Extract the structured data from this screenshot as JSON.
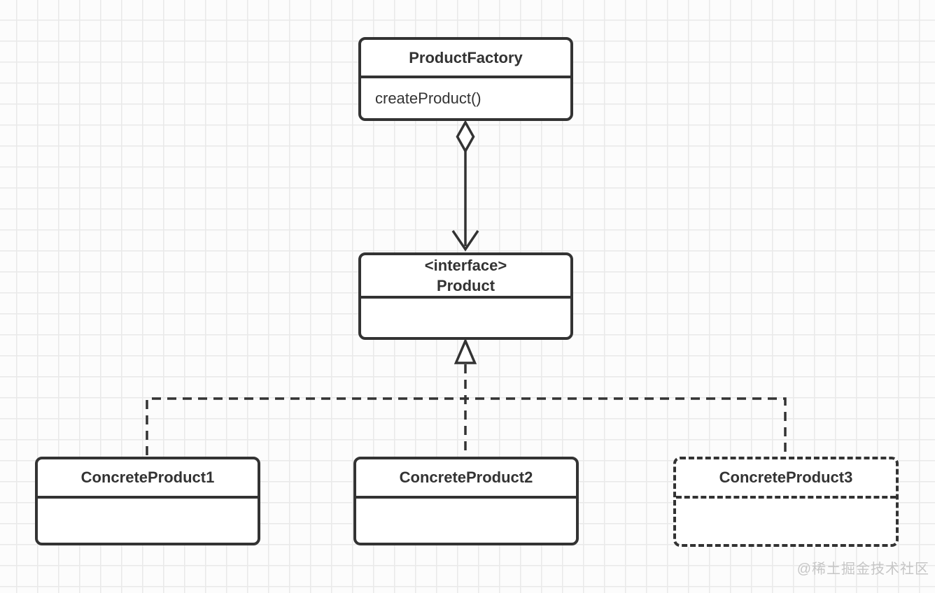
{
  "nodes": {
    "factory": {
      "title": "ProductFactory",
      "members": [
        "createProduct()"
      ]
    },
    "product": {
      "stereotype": "<interface>",
      "title": "Product"
    },
    "concrete1": {
      "title": "ConcreteProduct1"
    },
    "concrete2": {
      "title": "ConcreteProduct2"
    },
    "concrete3": {
      "title": "ConcreteProduct3"
    }
  },
  "edges": [
    {
      "from": "ProductFactory",
      "to": "Product",
      "type": "aggregation",
      "line": "solid",
      "source_marker": "open-diamond",
      "target_marker": "open-arrow"
    },
    {
      "from": "ConcreteProduct1",
      "to": "Product",
      "type": "realization",
      "line": "dashed",
      "target_marker": "hollow-triangle"
    },
    {
      "from": "ConcreteProduct2",
      "to": "Product",
      "type": "realization",
      "line": "dashed",
      "target_marker": "hollow-triangle"
    },
    {
      "from": "ConcreteProduct3",
      "to": "Product",
      "type": "realization",
      "line": "dashed",
      "target_marker": "hollow-triangle"
    }
  ],
  "watermark": "@稀土掘金技术社区",
  "colors": {
    "line": "#333333",
    "node-fill": "#ffffff",
    "grid-line": "#e9e9e9",
    "canvas-bg": "#fcfcfc",
    "text": "#333333",
    "watermark": "#c6c6c6"
  }
}
